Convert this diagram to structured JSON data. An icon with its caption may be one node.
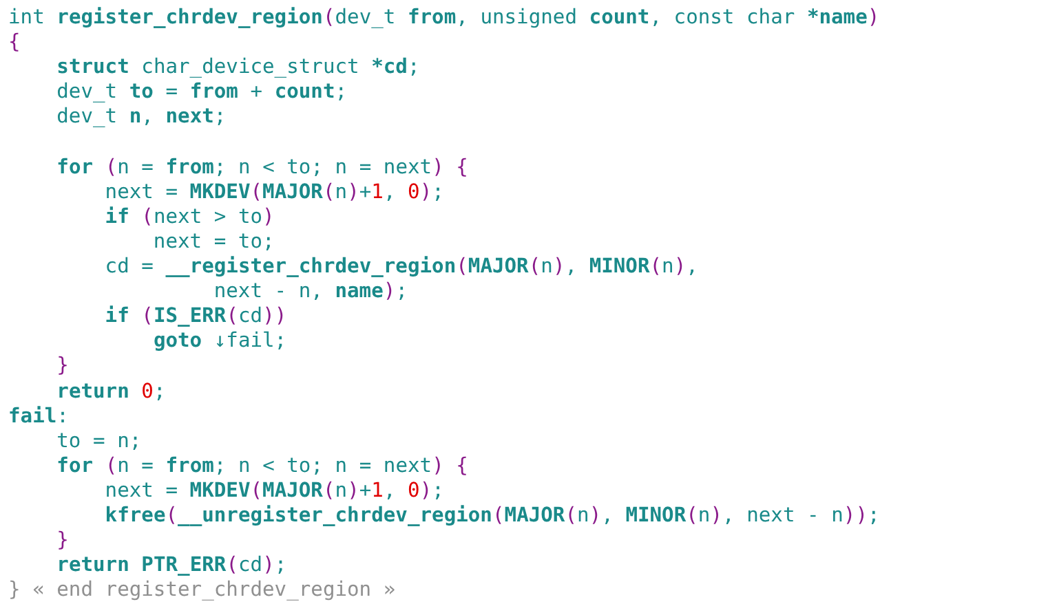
{
  "diagram": {
    "labels": [
      "int **register_chrdev_region**(dev_t **from**, unsigned **count**, const char ***name**)",
      "{",
      "    **struct** char_device_struct ***cd**;",
      "    dev_t **to** = **from** + **count**;",
      "    dev_t **n**, **next**;",
      "    **for** (n = **from**; n < to; n = next) {",
      "        next = **MKDEV**(**MAJOR**(n)+1, 0);",
      "        **if** (next > to)",
      "            next = to;",
      "        cd = **__register_chrdev_region**(**MAJOR**(n), **MINOR**(n),",
      "                 next - n, **name**);",
      "        **if** (**IS_ERR**(cd))",
      "            **goto** ↓fail;",
      "    }",
      "    **return** 0;",
      "**fail**:",
      "    to = n;",
      "    **for** (n = **from**; n < to; n = next) {",
      "        next = **MKDEV**(**MAJOR**(n)+1, 0);",
      "        **kfree**(**__unregister_chrdev_region**(**MAJOR**(n), **MINOR**(n), next - n));",
      "    }",
      "    **return** **PTR_ERR**(cd);",
      "} « end register_chrdev_region »"
    ]
  }
}
